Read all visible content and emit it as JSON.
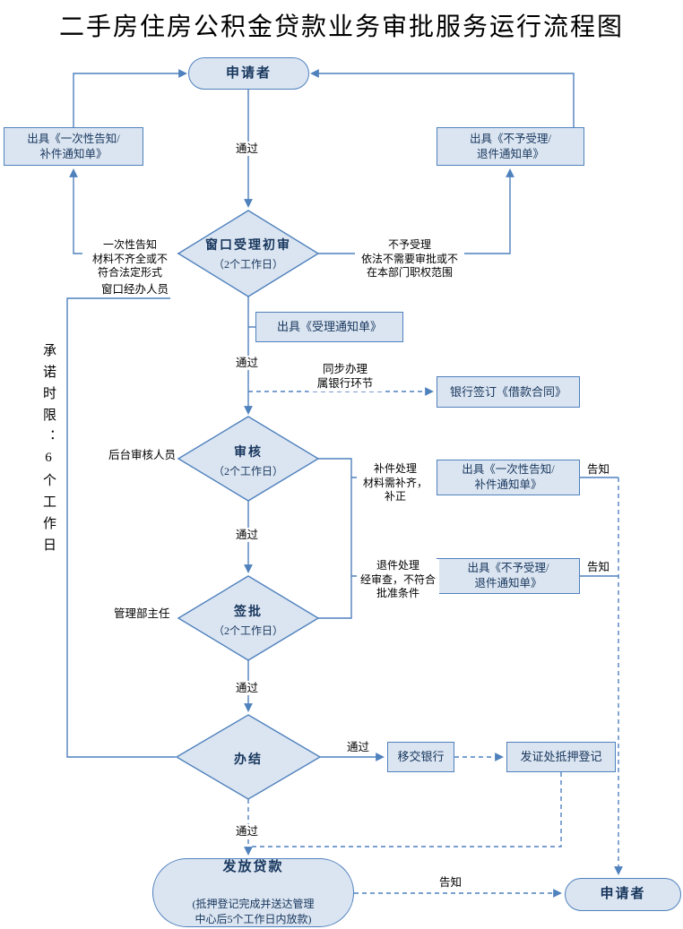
{
  "title": "二手房住房公积金贷款业务审批服务运行流程图",
  "colors": {
    "node_fill": "#dbe5f1",
    "node_text": "#17365d",
    "line": "#4f81bd"
  },
  "nodes": {
    "applicant_top": "申请者",
    "notice_onetime_top": "出具《一次性告知/\n补件通知单》",
    "notice_reject_top": "出具《不予受理/\n退件通知单》",
    "window_review": "窗口受理初审",
    "window_review_sub": "（2个工作日）",
    "accept_notice": "出具《受理通知单》",
    "bank_contract": "银行签订《借款合同》",
    "audit": "审核",
    "audit_sub": "（2个工作日）",
    "notice_onetime_mid": "出具《一次性告知/\n补件通知单》",
    "sign": "签批",
    "sign_sub": "（2个工作日）",
    "notice_reject_mid": "出具《不予受理/\n退件通知单》",
    "complete": "办结",
    "transfer_bank": "移交银行",
    "mortgage_register": "发证处抵押登记",
    "grant_loan": "发放贷款",
    "grant_loan_sub": "(抵押登记完成并送达管理\n中心后5个工作日内放款)",
    "applicant_bottom": "申请者"
  },
  "labels": {
    "pass_1": "通过",
    "pass_2": "通过",
    "pass_3": "通过",
    "pass_4": "通过",
    "pass_5": "通过",
    "pass_6": "通过",
    "onetime_reason": "一次性告知\n材料不齐全或不\n符合法定形式",
    "reject_reason": "不予受理\n依法不需要审批或不\n在本部门职权范围",
    "window_staff": "窗口经办人员",
    "sync_bank": "同步办理\n属银行环节",
    "backend_staff": "后台审核人员",
    "supplement": "补件处理\n材料需补齐，\n补正",
    "return_process": "退件处理\n经审查，不符合\n批准条件",
    "notify_1": "告知",
    "notify_2": "告知",
    "notify_3": "告知",
    "manager": "管理部主任",
    "commitment": "承诺时限：6个工作日"
  }
}
